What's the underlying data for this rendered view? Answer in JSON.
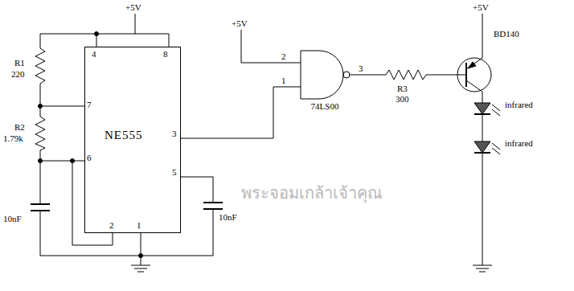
{
  "diagram": {
    "nodes": [
      {
        "text": [
          "NE555"
        ]
      },
      {
        "text": [
          "74LS00"
        ]
      }
    ],
    "edges": [
      {
        "from": 0,
        "to": 1,
        "arrow": "none"
      }
    ],
    "labels": [
      "+5V",
      "+5V",
      "+5V",
      "R1",
      "220",
      "R2",
      "1.79k",
      "4",
      "8",
      "7",
      "6",
      "2",
      "1",
      "5",
      "3",
      "10nF",
      "10nF",
      "2",
      "1",
      "3",
      "R3",
      "300",
      "BD140",
      "infrared",
      "infrared",
      "พระจอมเกล้าเจ้าคุณ"
    ]
  }
}
